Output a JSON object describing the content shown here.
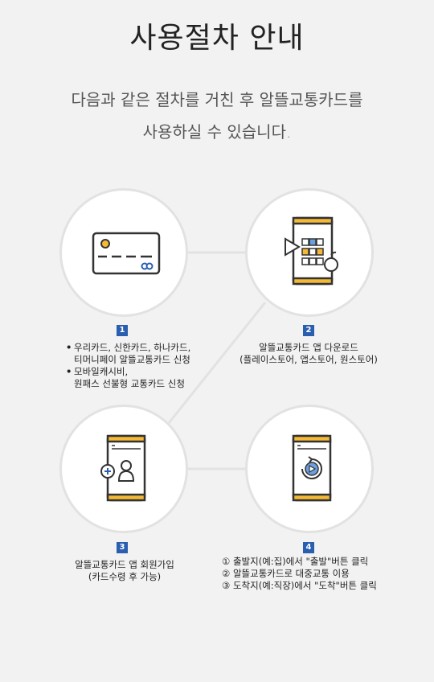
{
  "title": "사용절차 안내",
  "intro": {
    "line1": "다음과 같은 절차를 거친 후 알뜰교통카드를",
    "line2": "사용하실 수 있습니다."
  },
  "colors": {
    "accent_blue": "#2a5fb0",
    "accent_yellow": "#f5b935",
    "circle_border": "#e2e2e2",
    "background": "#f2f2f2"
  },
  "steps": [
    {
      "number": "1",
      "icon": "credit-card-icon",
      "bullets": [
        {
          "line1": "우리카드, 신한카드, 하나카드,",
          "line2": "티머니페이 알뜰교통카드 신청"
        },
        {
          "line1": "모바일캐시비,",
          "line2": "원패스 선불형 교통카드 신청"
        }
      ]
    },
    {
      "number": "2",
      "icon": "app-download-icon",
      "lines": [
        "알뜰교통카드 앱 다운로드",
        "(플레이스토어, 앱스토어, 원스토어)"
      ]
    },
    {
      "number": "3",
      "icon": "member-signup-icon",
      "lines": [
        "알뜰교통카드 앱 회원가입",
        "(카드수령 후 가능)"
      ]
    },
    {
      "number": "4",
      "icon": "app-play-icon",
      "lines": [
        "① 출발지(예:집)에서 \"출발\"버튼 클릭",
        "② 알뜰교통카드로 대중교통 이용",
        "③ 도착지(예:직장)에서 \"도착\"버튼 클릭"
      ]
    }
  ]
}
